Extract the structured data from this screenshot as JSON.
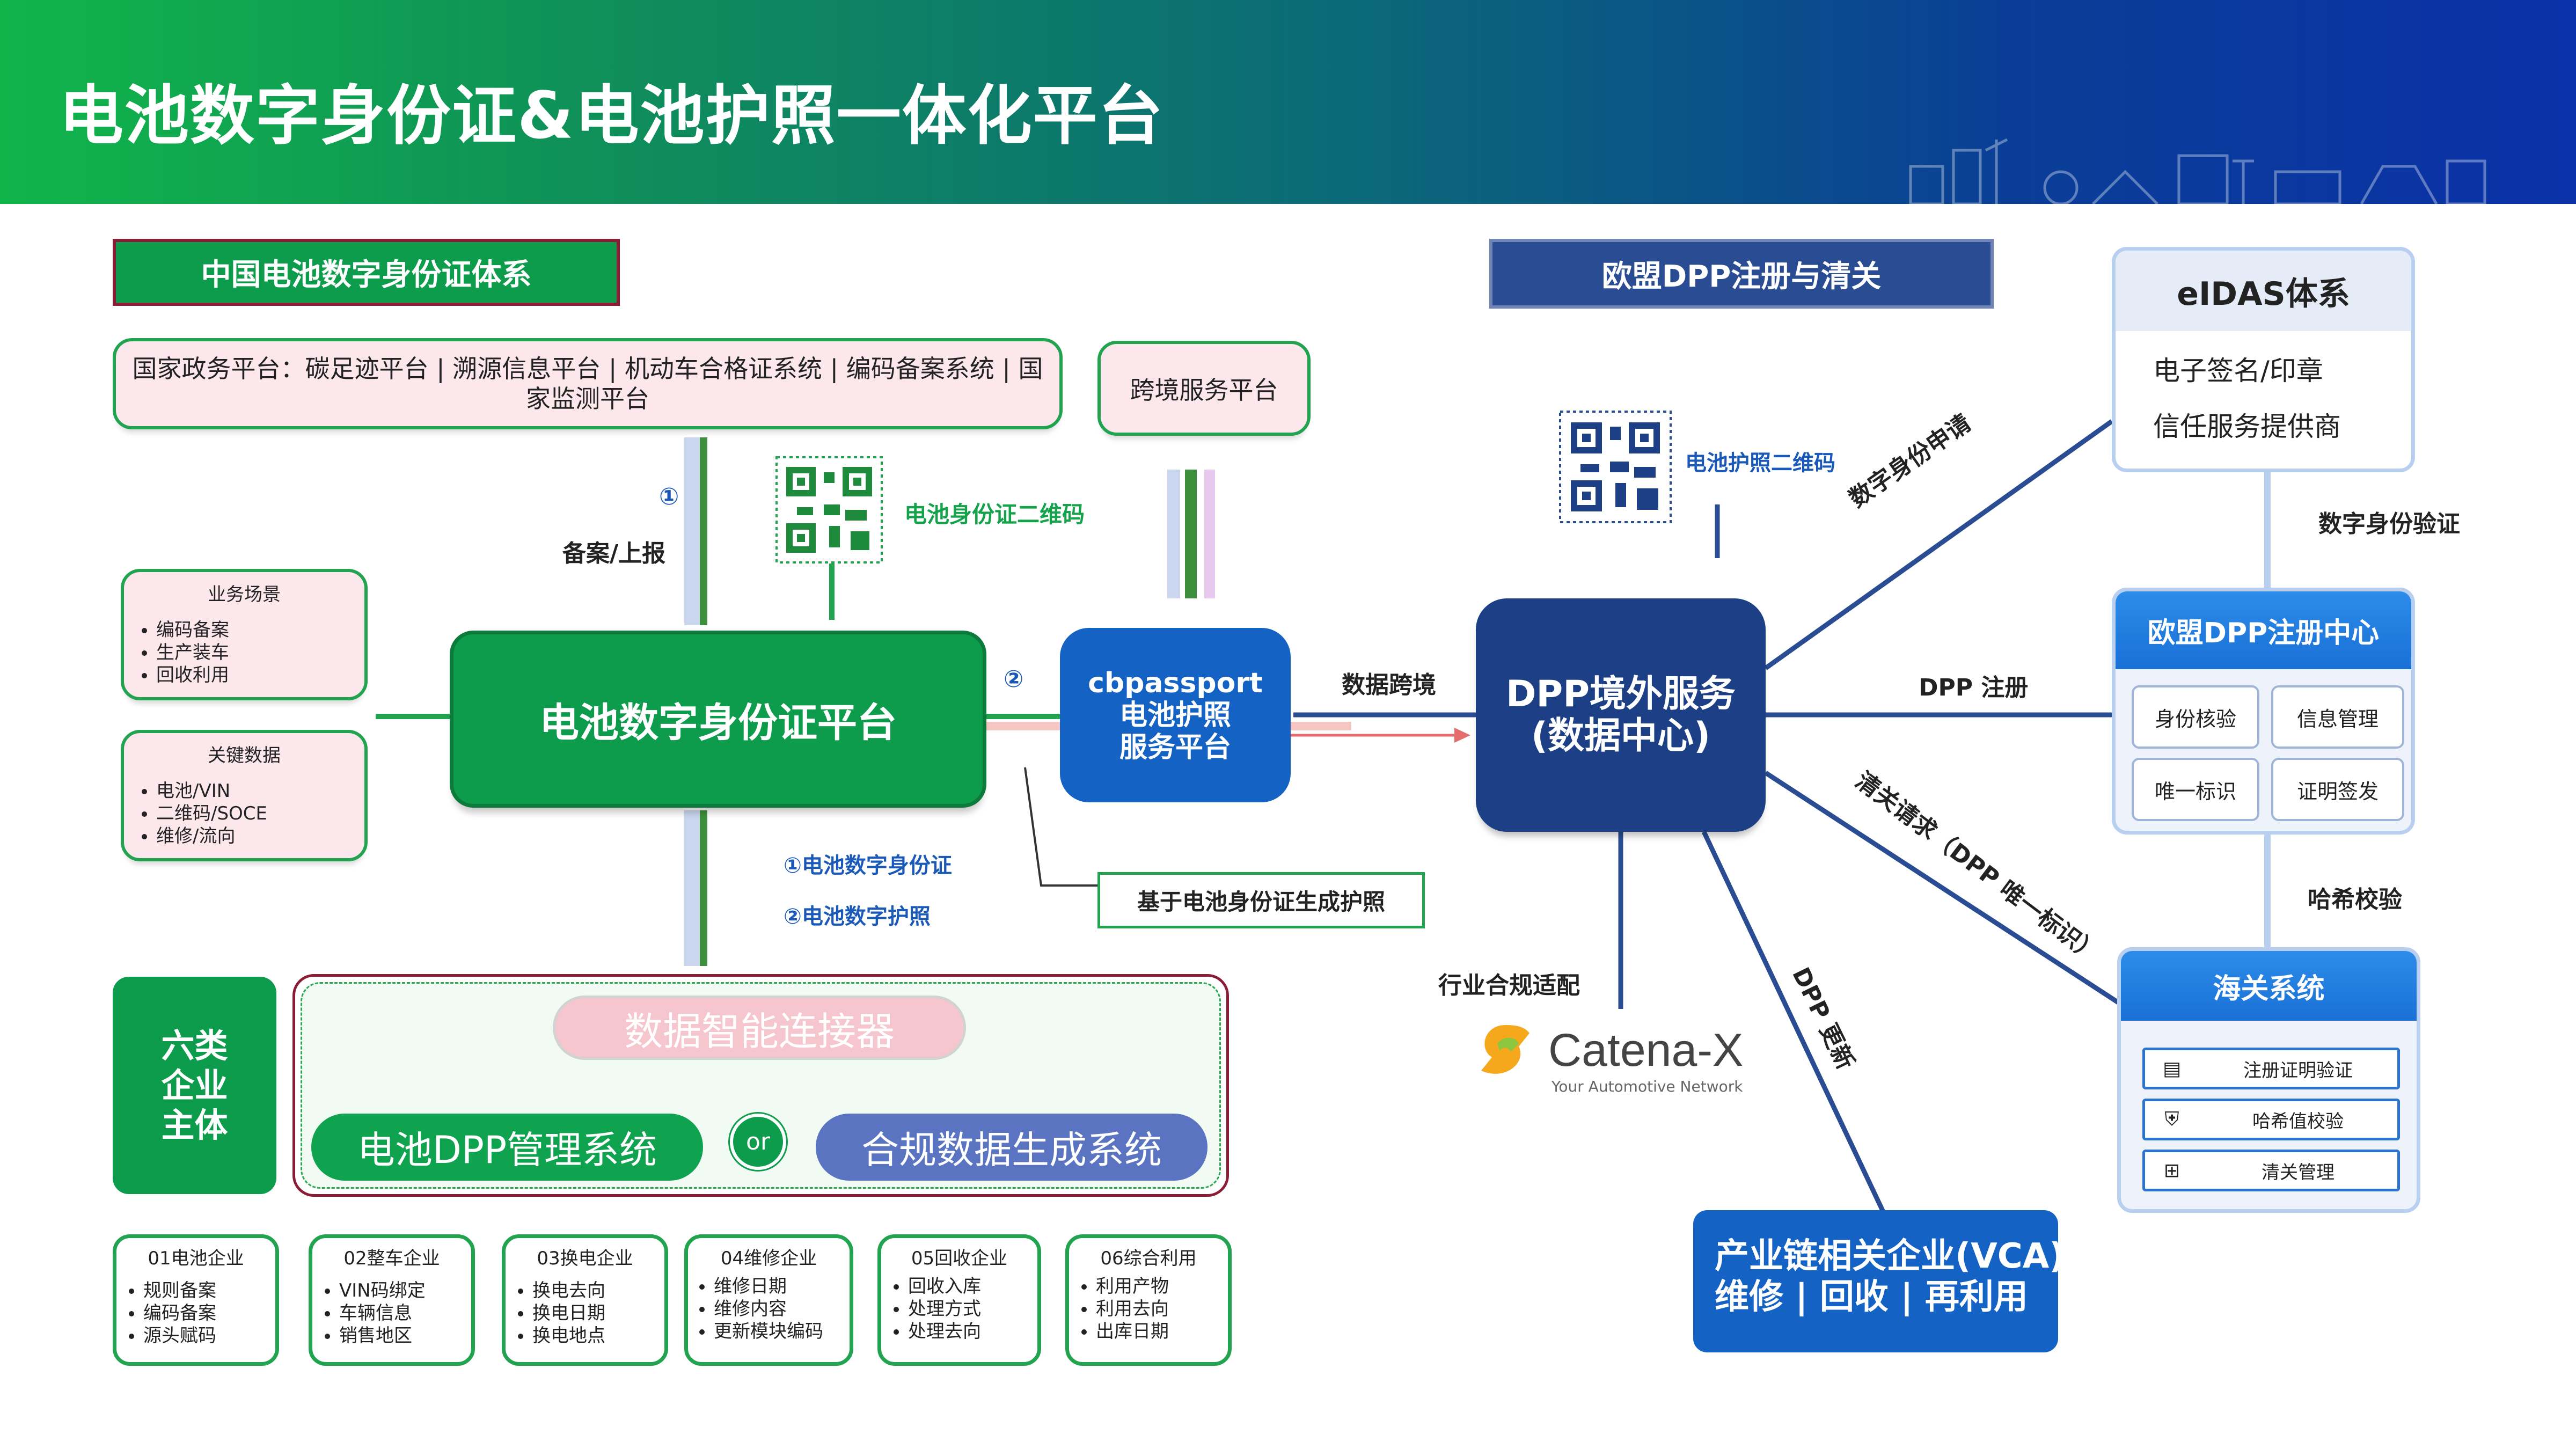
{
  "page": {
    "title": "电池数字身份证&电池护照一体化平台"
  },
  "china": {
    "section_title": "中国电池数字身份证体系",
    "gov_platforms": "国家政务平台：碳足迹平台 | 溯源信息平台 | 机动车合格证系统 | 编码备案系统 | 国家监测平台",
    "cross_border": "跨境服务平台",
    "scenarios": {
      "title": "业务场景",
      "items": [
        "编码备案",
        "生产装车",
        "回收利用"
      ]
    },
    "key_data": {
      "title": "关键数据",
      "items": [
        "电池/VIN",
        "二维码/SOCE",
        "维修/流向"
      ]
    },
    "platform": "电池数字身份证平台",
    "filing_label": "备案/上报",
    "step1_marker": "①",
    "step2_marker": "②",
    "qr_label": "电池身份证二维码",
    "legend_1": "①电池数字身份证",
    "legend_2": "②电池数字护照",
    "passport_note": "基于电池身份证生成护照",
    "cbpassport": [
      "cbpassport",
      "电池护照",
      "服务平台"
    ],
    "data_cross_label": "数据跨境"
  },
  "enterprises": {
    "six_types": "六类\n企业\n主体",
    "connector": "数据智能连接器",
    "dpp_mgmt": "电池DPP管理系统",
    "or_label": "or",
    "compliance": "合规数据生成系统",
    "cards": [
      {
        "title": "01电池企业",
        "items": [
          "规则备案",
          "编码备案",
          "源头赋码"
        ]
      },
      {
        "title": "02整车企业",
        "items": [
          "VIN码绑定",
          "车辆信息",
          "销售地区"
        ]
      },
      {
        "title": "03换电企业",
        "items": [
          "换电去向",
          "换电日期",
          "换电地点"
        ]
      },
      {
        "title": "04维修企业",
        "items": [
          "维修日期",
          "维修内容",
          "更新模块编码"
        ]
      },
      {
        "title": "05回收企业",
        "items": [
          "回收入库",
          "处理方式",
          "处理去向"
        ]
      },
      {
        "title": "06综合利用",
        "items": [
          "利用产物",
          "利用去向",
          "出库日期"
        ]
      }
    ]
  },
  "eu": {
    "section_title": "欧盟DPP注册与清关",
    "qr_label": "电池护照二维码",
    "dpp_service": [
      "DPP境外服务",
      "(数据中心)"
    ],
    "eidas": {
      "title": "eIDAS体系",
      "items": [
        "电子签名/印章",
        "信任服务提供商"
      ]
    },
    "digital_id_apply": "数字身份申请",
    "digital_id_verify": "数字身份验证",
    "dpp_register": "DPP 注册",
    "registry": {
      "title": "欧盟DPP注册中心",
      "items": [
        "身份核验",
        "信息管理",
        "唯一标识",
        "证明签发"
      ]
    },
    "clearance_request": "清关请求（DPP 唯一标识）",
    "hash_check": "哈希校验",
    "customs": {
      "title": "海关系统",
      "items": [
        "注册证明验证",
        "哈希值校验",
        "清关管理"
      ]
    },
    "industry_compliance": "行业合规适配",
    "catenax": {
      "name": "Catena-X",
      "tagline": "Your Automotive Network"
    },
    "dpp_update": "DPP 更新",
    "vca": [
      "产业链相关企业(VCA)",
      "维修 | 回收 | 再利用"
    ]
  },
  "colors": {
    "green": "#0d9b4c",
    "blue": "#1462c4",
    "navy": "#2a4c92",
    "pink": "#fce8ec"
  }
}
